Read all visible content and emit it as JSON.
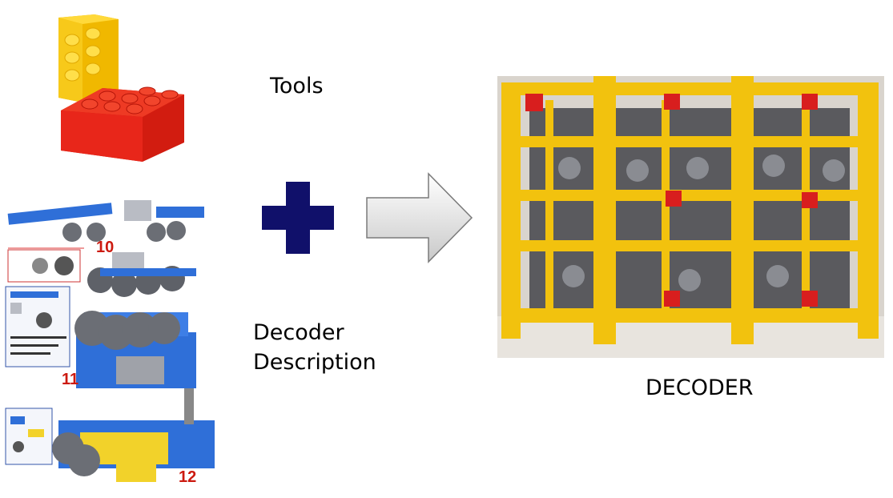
{
  "labels": {
    "tools": "Tools",
    "description": [
      "Decoder",
      "Description"
    ],
    "decoder": "DECODER"
  },
  "pictures": {
    "lego_bricks": "yellow and red lego bricks",
    "instructions": "lego technic building instructions",
    "decoder_machine": "yellow lego decoder machine"
  },
  "instructions_step_numbers": [
    "10",
    "11",
    "12"
  ],
  "icons": {
    "plus": "plus-icon",
    "arrow": "right-arrow-icon"
  },
  "colors": {
    "plus": "#10106a",
    "arrow_light": "#ffffff",
    "arrow_dark": "#c9c9c9",
    "brick_yellow": "#f5c518",
    "brick_red": "#e8251a",
    "technic_blue": "#2f6fd8",
    "decoder_yellow": "#f2c20e"
  }
}
